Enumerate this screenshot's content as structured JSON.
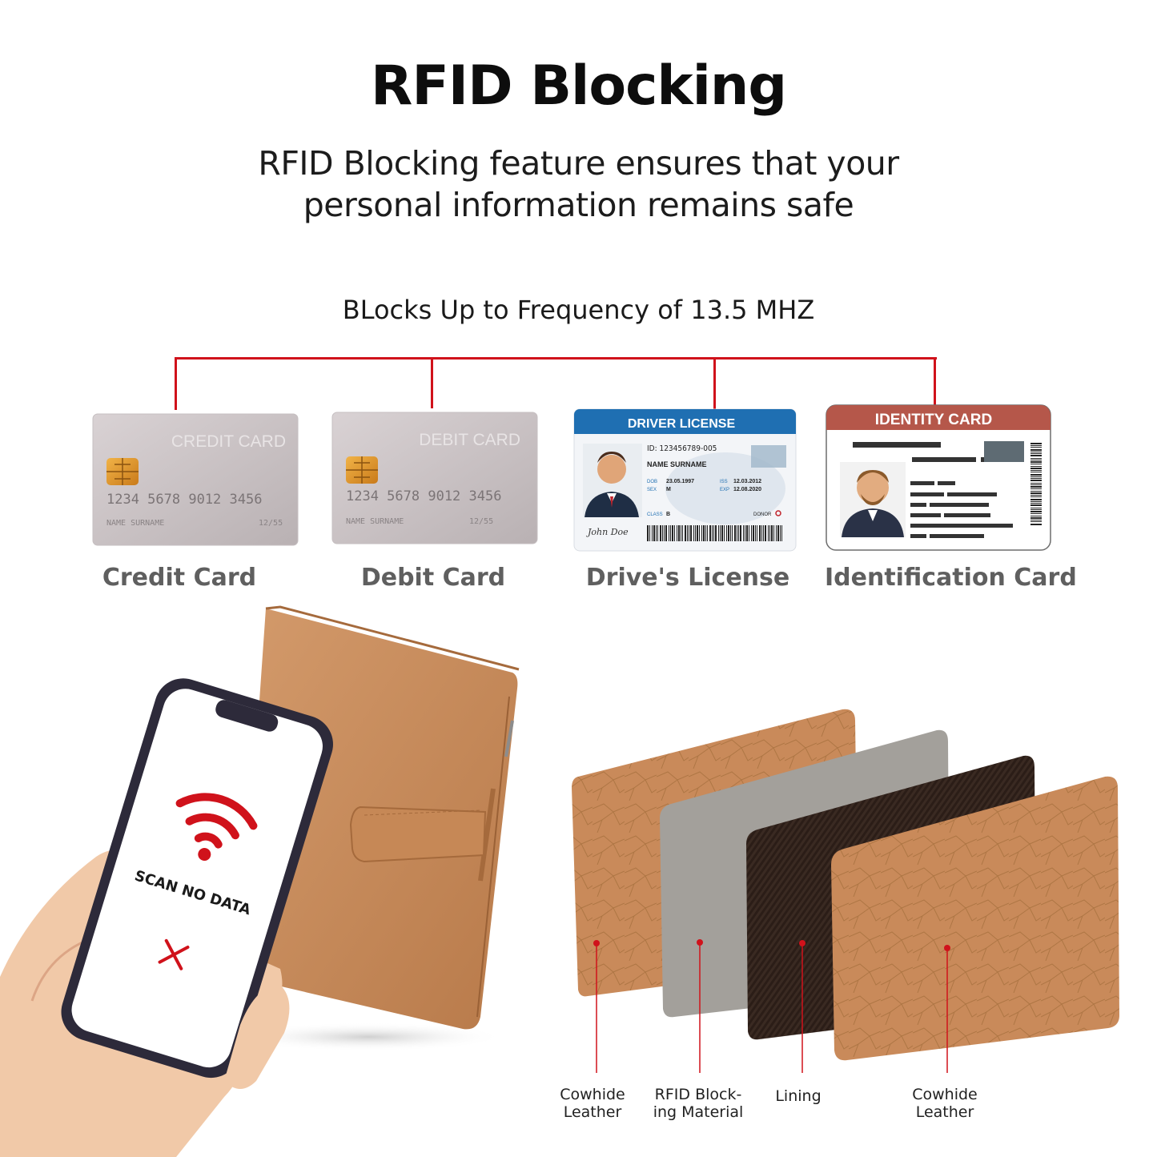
{
  "header": {
    "title": "RFID Blocking",
    "subtitle_line1": "RFID Blocking feature ensures that your",
    "subtitle_line2": "personal information remains safe",
    "frequency": "BLocks Up to Frequency of 13.5 MHZ"
  },
  "cards": [
    {
      "label": "Credit Card",
      "face_title": "CREDIT CARD",
      "number": "1234 5678 9012 3456",
      "holder": "NAME SURNAME",
      "expiry": "12/55"
    },
    {
      "label": "Debit Card",
      "face_title": "DEBIT CARD",
      "number": "1234 5678 9012 3456",
      "holder": "NAME SURNAME",
      "expiry": "12/55"
    },
    {
      "label": "Drive's License",
      "face_title": "DRIVER LICENSE",
      "id": "ID: 123456789-005",
      "name": "NAME SURNAME",
      "dob_label": "DOB",
      "dob": "23.05.1997",
      "sex_label": "SEX",
      "sex": "M",
      "iss_label": "ISS",
      "iss": "12.03.2012",
      "exp_label": "EXP",
      "exp": "12.08.2020",
      "class_label": "CLASS",
      "class": "B",
      "donor": "DONOR",
      "signature": "John Doe"
    },
    {
      "label": "Identification Card",
      "face_title": "IDENTITY CARD"
    }
  ],
  "phone": {
    "scan_text": "SCAN NO DATA"
  },
  "layers": [
    {
      "line1": "Cowhide",
      "line2": "Leather"
    },
    {
      "line1": "RFID Block-",
      "line2": "ing Material"
    },
    {
      "line1": "Lining",
      "line2": ""
    },
    {
      "line1": "Cowhide",
      "line2": "Leather"
    }
  ],
  "colors": {
    "accent": "#d0121b",
    "leather": "#c98a5a",
    "license_blue": "#1f6fb2",
    "id_header": "#b5574a"
  }
}
